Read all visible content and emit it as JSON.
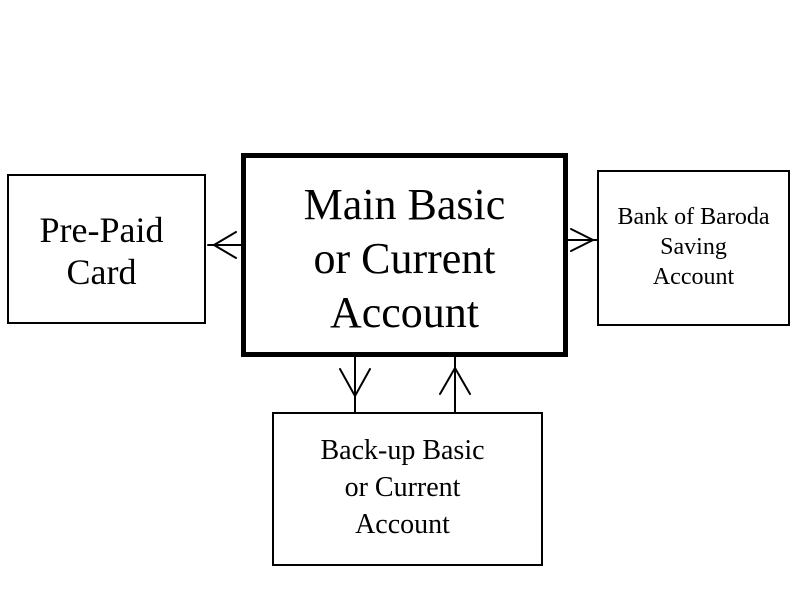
{
  "boxes": {
    "main": {
      "lines": [
        "Main Basic",
        "or Current",
        "Account"
      ]
    },
    "prepaid": {
      "lines": [
        "Pre-Paid",
        "Card"
      ]
    },
    "bob": {
      "lines": [
        "Bank of Baroda",
        "Saving",
        "Account"
      ]
    },
    "backup": {
      "lines": [
        "Back-up Basic",
        "or Current",
        "Account"
      ]
    }
  },
  "connectors": [
    {
      "from": "main",
      "to": "prepaid"
    },
    {
      "from": "main",
      "to": "bob"
    },
    {
      "from": "main",
      "to": "backup"
    },
    {
      "from": "backup",
      "to": "main"
    }
  ],
  "colors": {
    "stroke": "#000000",
    "background": "#ffffff"
  }
}
